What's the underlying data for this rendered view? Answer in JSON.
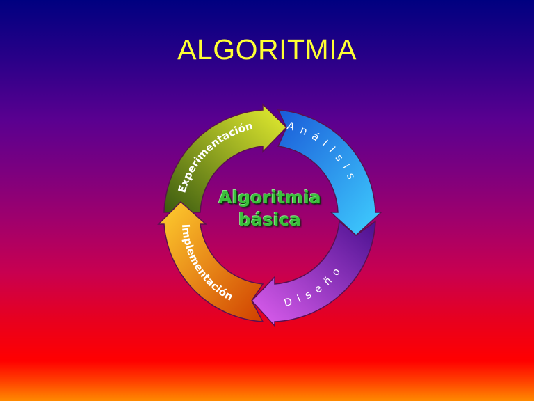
{
  "slide": {
    "title": "ALGORITMIA",
    "background_colors": [
      "#000080",
      "#6a0090",
      "#b0006a",
      "#ff0000",
      "#ff8a00"
    ],
    "title_color": "#ffff33"
  },
  "diagram": {
    "type": "cycle",
    "center": {
      "line1": "Algoritmia",
      "line2": "básica",
      "color": "#3cc03c"
    },
    "stages": [
      {
        "label": "Análisis",
        "color": "#2aaaf0",
        "position": "top-right"
      },
      {
        "label": "Diseño",
        "color": "#a030d0",
        "position": "bottom-right"
      },
      {
        "label": "Implementación",
        "color": "#ff9a10",
        "position": "bottom-left"
      },
      {
        "label": "Experimentación",
        "color": "#b0d020",
        "position": "top-left"
      }
    ]
  }
}
